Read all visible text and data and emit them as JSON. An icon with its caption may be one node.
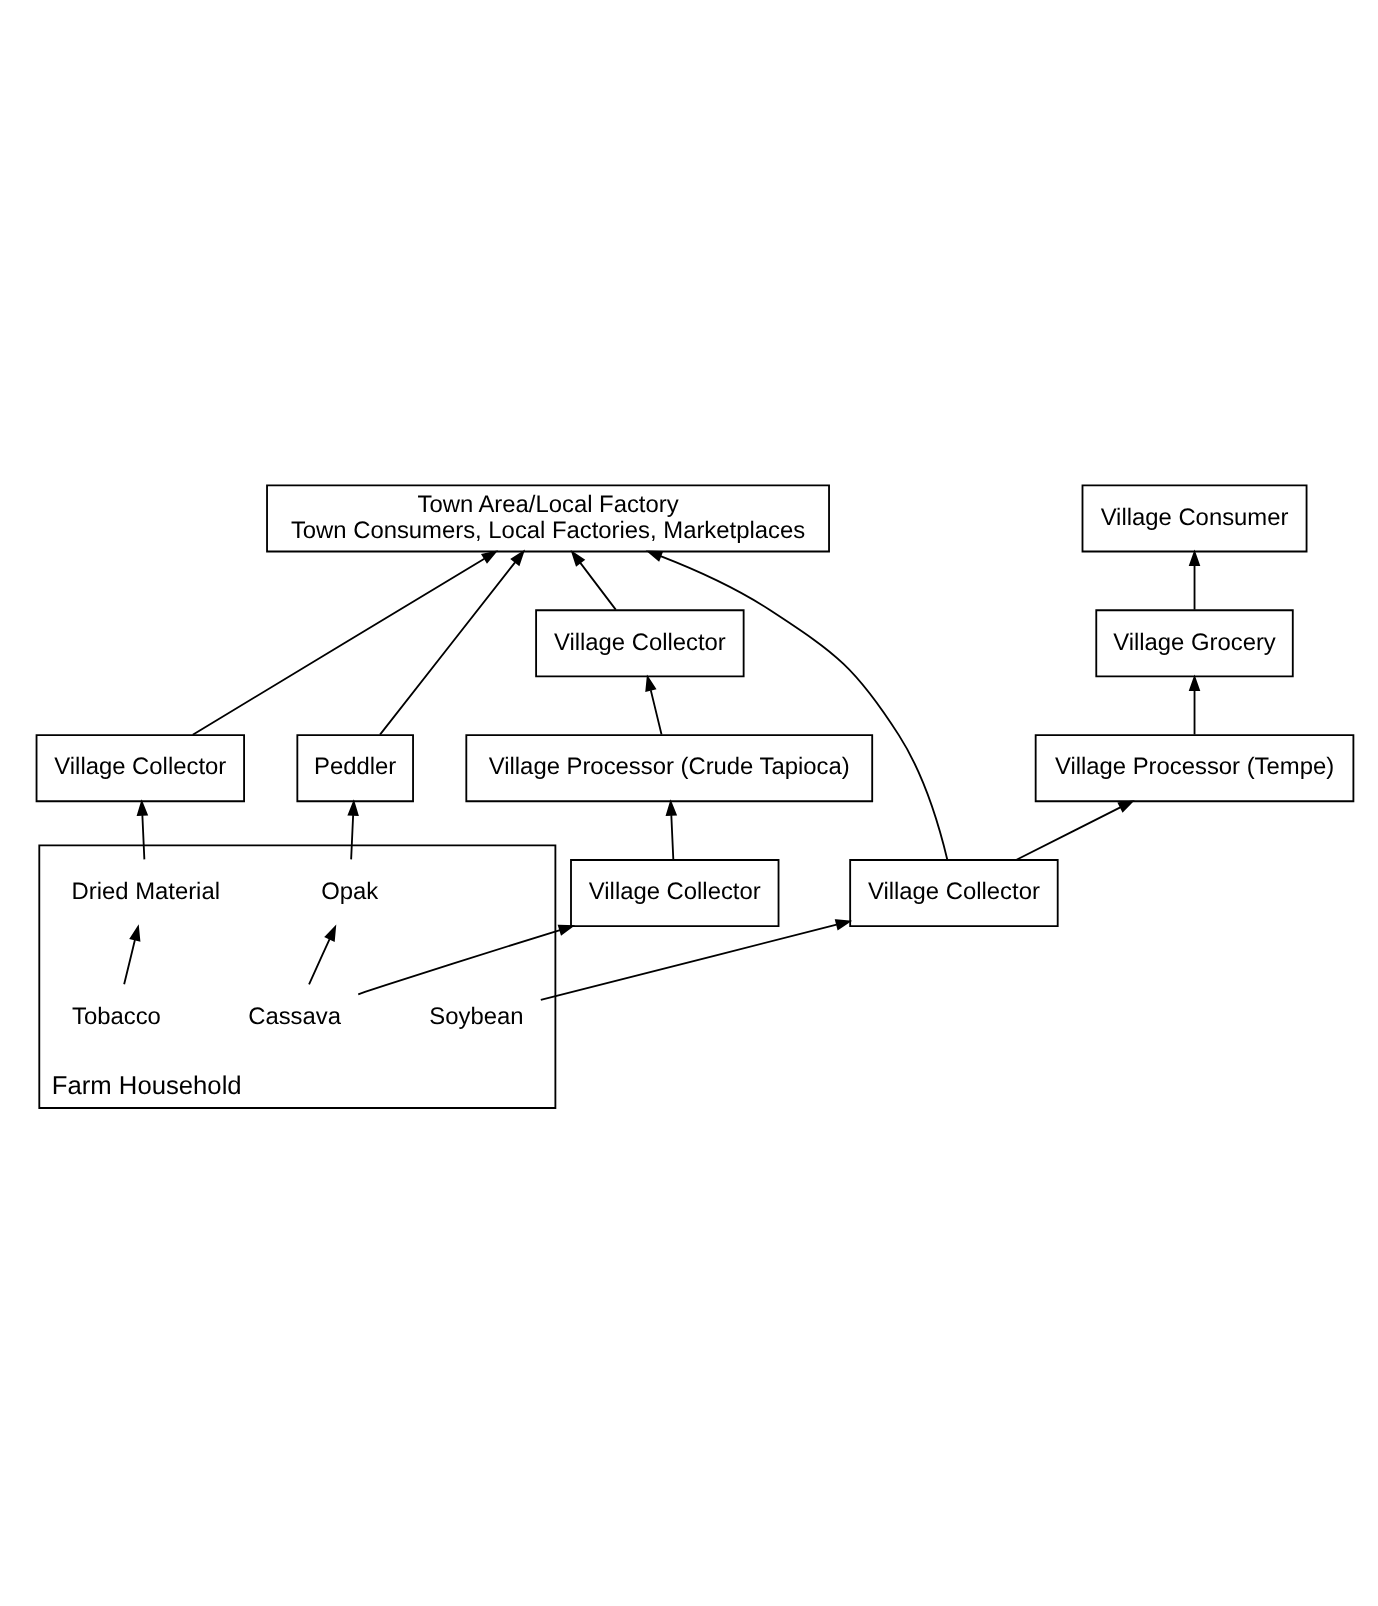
{
  "diagram": {
    "nodes": [
      {
        "text": [
          "Town Area/Local Factory",
          "Town Consumers, Local Factories, Marketplaces"
        ]
      },
      {
        "text": [
          "Village Consumer"
        ]
      },
      {
        "text": [
          "Village Grocery"
        ]
      },
      {
        "text": [
          "Village Processor (Tempe)"
        ]
      },
      {
        "text": [
          "Village Collector"
        ]
      },
      {
        "text": [
          "Peddler"
        ]
      },
      {
        "text": [
          "Village Collector"
        ]
      },
      {
        "text": [
          "Village Processor (Crude Tapioca)"
        ]
      },
      {
        "text": [
          "Village Collector"
        ]
      },
      {
        "text": [
          "Village Collector"
        ]
      },
      {
        "text": [
          "Farm Household"
        ]
      },
      {
        "text": [
          "Soybean"
        ],
        "in": 10
      },
      {
        "text": [
          "Opak"
        ],
        "in": 10
      },
      {
        "text": [
          "Cassava"
        ],
        "in": 10
      },
      {
        "text": [
          "Dried Material"
        ],
        "in": 10
      },
      {
        "text": [
          "Tobacco"
        ],
        "in": 10
      }
    ],
    "edges": [
      {
        "from": 11,
        "to": 4,
        "arrow": "to"
      },
      {
        "from": 4,
        "to": 3,
        "arrow": "to"
      },
      {
        "from": 3,
        "to": 2,
        "arrow": "to"
      },
      {
        "from": 2,
        "to": 1,
        "arrow": "to"
      },
      {
        "from": 4,
        "to": 0,
        "arrow": "to"
      },
      {
        "from": 12,
        "to": 5,
        "arrow": "to"
      },
      {
        "from": 5,
        "to": 0,
        "arrow": "to"
      },
      {
        "from": 13,
        "to": 12,
        "arrow": "to"
      },
      {
        "from": 13,
        "to": 8,
        "arrow": "to"
      },
      {
        "from": 8,
        "to": 7,
        "arrow": "to"
      },
      {
        "from": 7,
        "to": 6,
        "arrow": "to"
      },
      {
        "from": 6,
        "to": 0,
        "arrow": "to"
      },
      {
        "from": 15,
        "to": 14,
        "arrow": "to"
      },
      {
        "from": 14,
        "to": 9,
        "arrow": "to"
      },
      {
        "from": 9,
        "to": 0,
        "arrow": "to"
      }
    ]
  }
}
